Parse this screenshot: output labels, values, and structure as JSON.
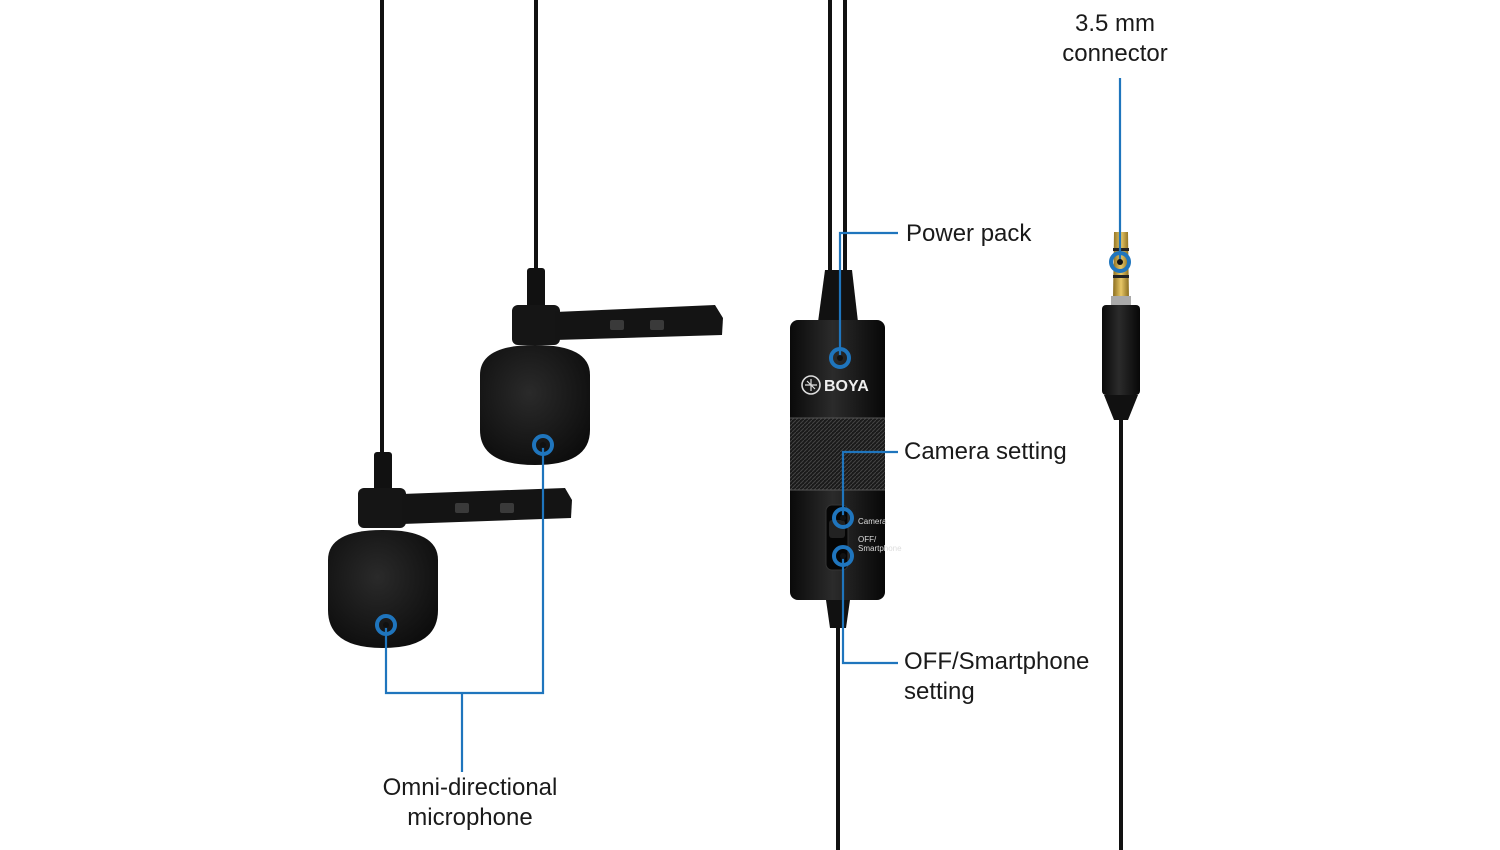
{
  "brand": {
    "name": "BOYA"
  },
  "colors": {
    "callout": "#1f75bd",
    "device": "#0f0f0f",
    "background": "#ffffff"
  },
  "labels": {
    "connector_line1": "3.5 mm",
    "connector_line2": "connector",
    "power_pack": "Power pack",
    "camera_setting": "Camera setting",
    "off_smartphone_line1": "OFF/Smartphone",
    "off_smartphone_line2": "setting",
    "mic_line1": "Omni-directional",
    "mic_line2": "microphone"
  },
  "switch_labels": {
    "camera": "Camera",
    "off": "OFF/",
    "smartphone": "Smartphone"
  }
}
